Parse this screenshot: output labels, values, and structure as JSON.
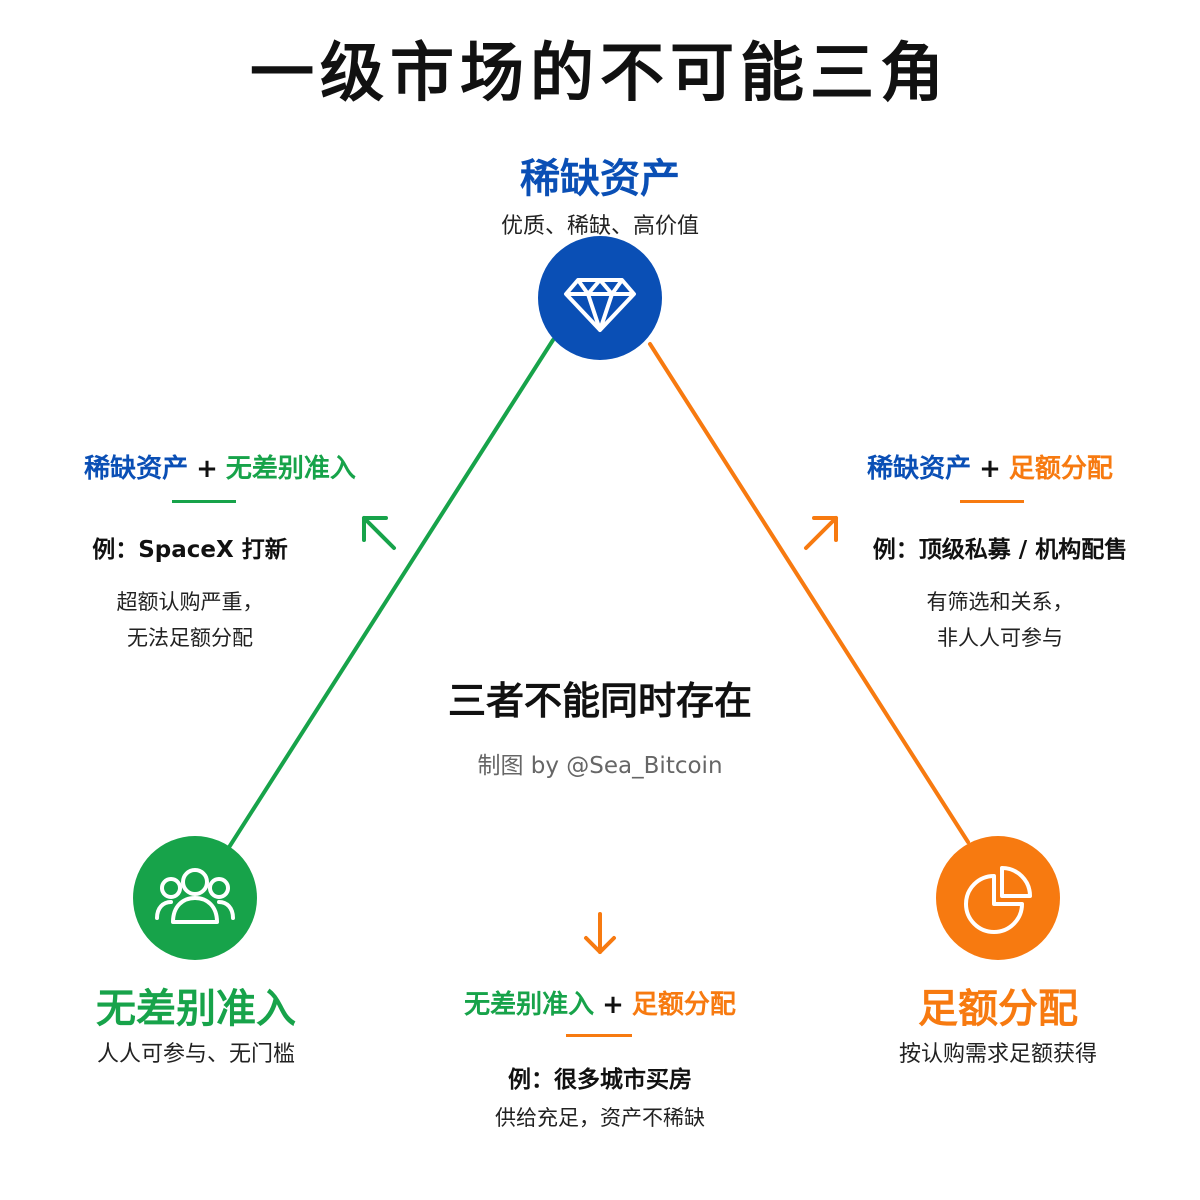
{
  "title": "一级市场的不可能三角",
  "vertices": {
    "top": {
      "title": "稀缺资产",
      "desc": "优质、稀缺、高价值",
      "icon": "diamond-icon",
      "color": "#0a4fb5"
    },
    "left": {
      "title": "无差别准入",
      "desc": "人人可参与、无门槛",
      "icon": "users-icon",
      "color": "#17a34a"
    },
    "right": {
      "title": "足额分配",
      "desc": "按认购需求足额获得",
      "icon": "pie-chart-icon",
      "color": "#f77a10"
    }
  },
  "pairs": {
    "left": {
      "a": "稀缺资产",
      "plus": "+",
      "b": "无差别准入",
      "example": "例：SpaceX 打新",
      "note1": "超额认购严重，",
      "note2": "无法足额分配"
    },
    "right": {
      "a": "稀缺资产",
      "plus": "+",
      "b": "足额分配",
      "example": "例：顶级私募 / 机构配售",
      "note1": "有筛选和关系，",
      "note2": "非人人可参与"
    },
    "bottom": {
      "a": "无差别准入",
      "plus": "+",
      "b": "足额分配",
      "example": "例：很多城市买房",
      "note1": "供给充足，资产不稀缺"
    }
  },
  "center": {
    "main": "三者不能同时存在",
    "credit": "制图 by @Sea_Bitcoin"
  }
}
